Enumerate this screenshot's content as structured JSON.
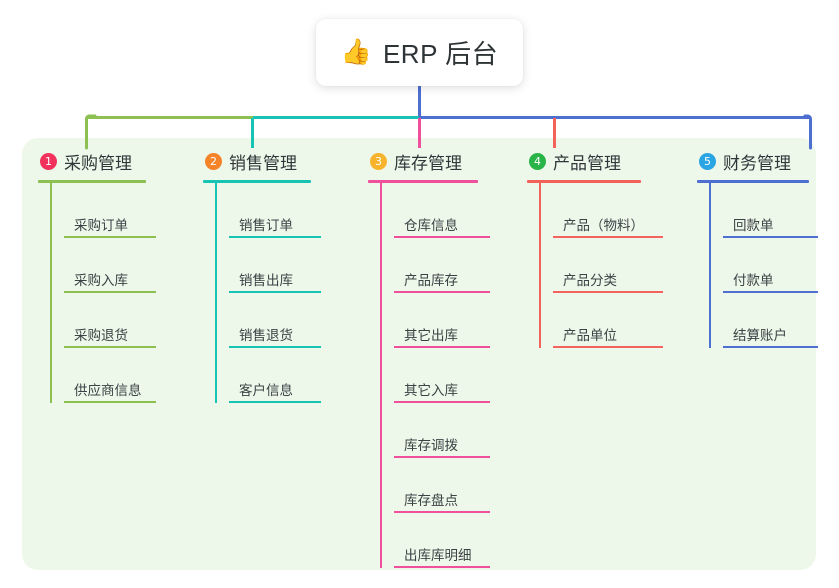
{
  "root": {
    "emoji": "👍",
    "emoji_name": "thumbs-up-icon",
    "title": "ERP 后台"
  },
  "panel": {
    "background": "#eef8ea"
  },
  "columns": [
    {
      "number": "1",
      "title": "采购管理",
      "badge_color": "#f0325c",
      "line_color": "#8cc152",
      "items": [
        "采购订单",
        "采购入库",
        "采购退货",
        "供应商信息"
      ]
    },
    {
      "number": "2",
      "title": "销售管理",
      "badge_color": "#f5832a",
      "line_color": "#17c3b2",
      "items": [
        "销售订单",
        "销售出库",
        "销售退货",
        "客户信息"
      ]
    },
    {
      "number": "3",
      "title": "库存管理",
      "badge_color": "#f7b32b",
      "line_color": "#ef4f9b",
      "items": [
        "仓库信息",
        "产品库存",
        "其它出库",
        "其它入库",
        "库存调拨",
        "库存盘点",
        "出库库明细"
      ]
    },
    {
      "number": "4",
      "title": "产品管理",
      "badge_color": "#28b446",
      "line_color": "#f4625c",
      "items": [
        "产品（物料）",
        "产品分类",
        "产品单位"
      ]
    },
    {
      "number": "5",
      "title": "财务管理",
      "badge_color": "#29a5e3",
      "line_color": "#4d6fd0",
      "items": [
        "回款单",
        "付款单",
        "结算账户"
      ]
    }
  ],
  "connector_colors": {
    "root_stem": "#4d6fd0",
    "bar_left": "#8cc152",
    "bar_mid": "#17c3b2",
    "bar_right": "#4d6fd0",
    "drop_1": "#8cc152",
    "drop_2": "#17c3b2",
    "drop_3": "#ef4f9b",
    "drop_4": "#f4625c",
    "drop_5": "#4d6fd0"
  }
}
